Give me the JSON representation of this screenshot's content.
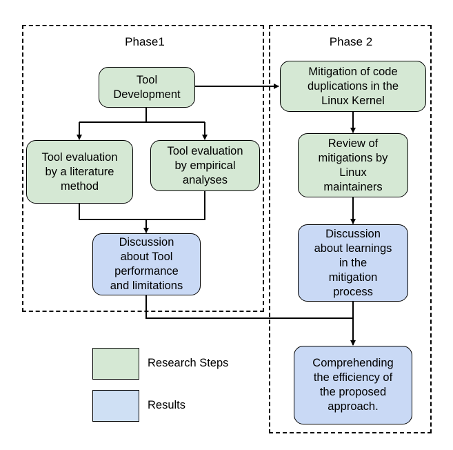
{
  "phases": [
    {
      "title": "Phase1"
    },
    {
      "title": "Phase 2"
    }
  ],
  "nodes": {
    "tool_development": "Tool\nDevelopment",
    "eval_literature": "Tool evaluation\nby a literature\nmethod",
    "eval_empirical": "Tool evaluation\nby empirical\nanalyses",
    "discussion_tool": "Discussion\nabout Tool\nperformance\nand limitations",
    "mitigation": "Mitigation of code\nduplications in the\nLinux Kernel",
    "review": "Review of\nmitigations by\nLinux\nmaintainers",
    "discussion_learnings": "Discussion\nabout learnings\nin the\nmitigation\nprocess",
    "comprehending": "Comprehending\nthe efficiency of\nthe proposed\napproach."
  },
  "legend": {
    "research_steps": "Research Steps",
    "results": "Results"
  },
  "colors": {
    "research_step_fill": "#d5e8d4",
    "result_fill": "#c9d9f5"
  }
}
